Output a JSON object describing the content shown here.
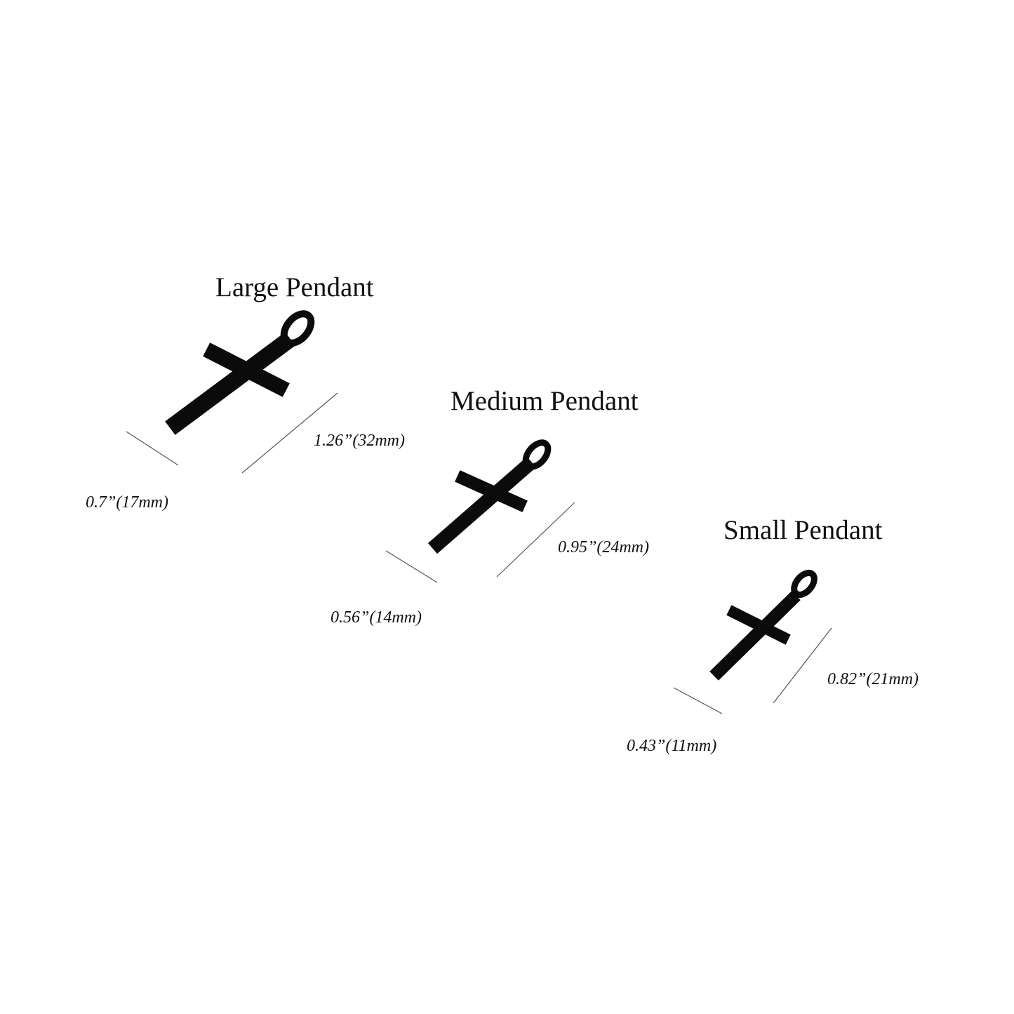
{
  "pendants": [
    {
      "title": "Large Pendant",
      "width_label": "0.7”(17mm)",
      "height_label": "1.26”(32mm)"
    },
    {
      "title": "Medium Pendant",
      "width_label": "0.56”(14mm)",
      "height_label": "0.95”(24mm)"
    },
    {
      "title": "Small Pendant",
      "width_label": "0.43”(11mm)",
      "height_label": "0.82”(21mm)"
    }
  ],
  "colors": {
    "pendant": "#0b0b0b",
    "line": "#555555",
    "background": "#ffffff"
  }
}
